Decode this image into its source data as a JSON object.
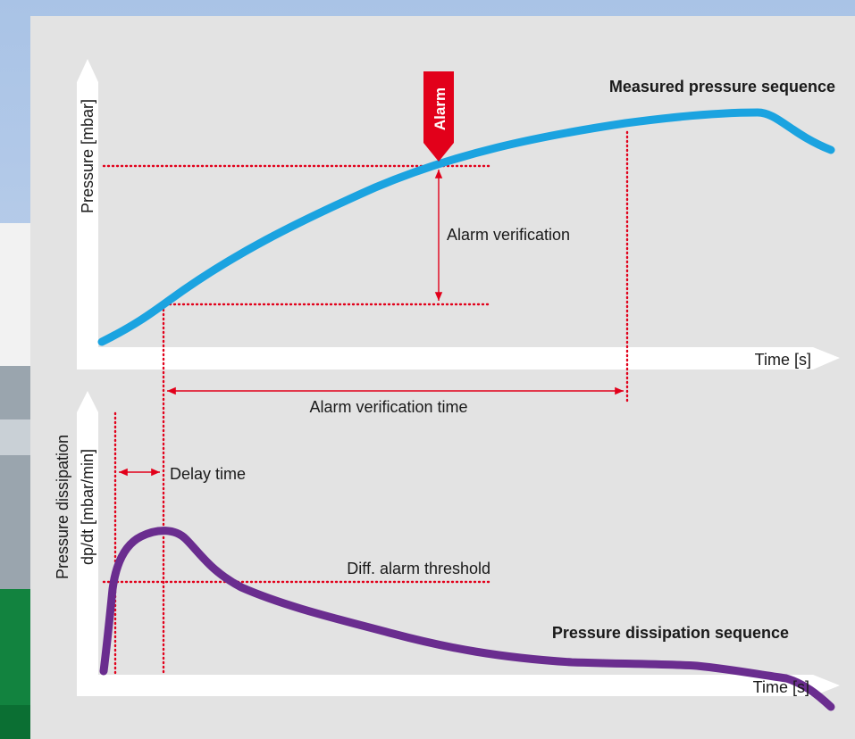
{
  "top_chart": {
    "title": "Measured pressure sequence",
    "y_axis_label": "Pressure [mbar]",
    "x_axis_label": "Time [s]",
    "alarm_label": "Alarm",
    "alarm_verification_label": "Alarm verification"
  },
  "middle": {
    "alarm_verification_time_label": "Alarm verification time",
    "delay_time_label": "Delay time"
  },
  "bottom_chart": {
    "title": "Pressure dissipation sequence",
    "y_axis_label_line1": "Pressure dissipation",
    "y_axis_label_line2": "dp/dt [mbar/min]",
    "x_axis_label": "Time [s]",
    "threshold_label": "Diff. alarm threshold"
  },
  "colors": {
    "pressure_curve": "#1ba3e0",
    "dissipation_curve": "#6a2d8f",
    "annotation_red": "#e2001a",
    "axis_white": "#ffffff",
    "panel_gray": "#e3e3e3"
  }
}
